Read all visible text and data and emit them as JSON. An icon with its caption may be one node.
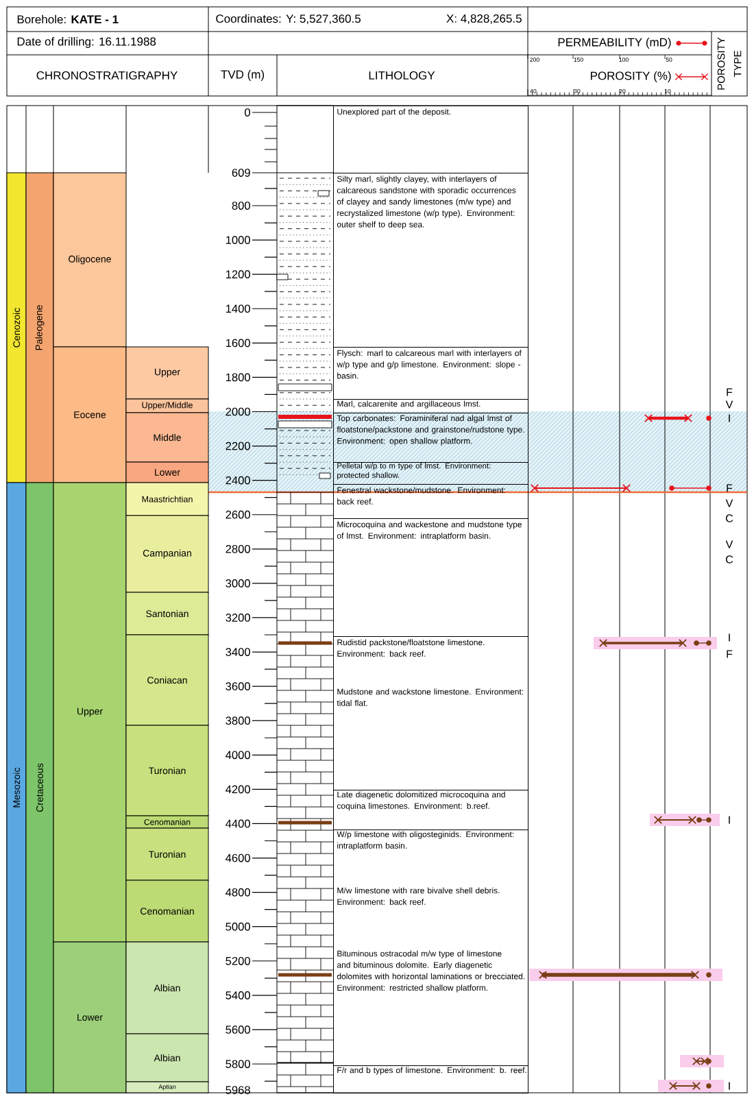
{
  "diagram": {
    "nodes": [
      {
        "text": [
          "Cenozoic"
        ]
      },
      {
        "text": [
          "Paleogene"
        ]
      },
      {
        "text": [
          "Oligocene"
        ]
      },
      {
        "text": [
          "Eocene"
        ]
      },
      {
        "text": [
          "Upper"
        ]
      },
      {
        "text": [
          "Upper/Middle"
        ]
      },
      {
        "text": [
          "Middle"
        ]
      },
      {
        "text": [
          "Lower"
        ]
      },
      {
        "text": [
          "Mesozoic"
        ]
      },
      {
        "text": [
          "Cretaceous"
        ]
      },
      {
        "text": [
          "Upper"
        ]
      },
      {
        "text": [
          "Maastrichtian"
        ]
      },
      {
        "text": [
          "Campanian"
        ]
      },
      {
        "text": [
          "Santonian"
        ]
      },
      {
        "text": [
          "Coniacan"
        ]
      },
      {
        "text": [
          "Turonian"
        ]
      },
      {
        "text": [
          "Cenomanian"
        ]
      },
      {
        "text": [
          "Turonian"
        ]
      },
      {
        "text": [
          "Cenomanian"
        ]
      },
      {
        "text": [
          "Lower"
        ]
      },
      {
        "text": [
          "Albian"
        ]
      },
      {
        "text": [
          "Albian"
        ]
      },
      {
        "text": [
          "Aptian"
        ]
      },
      {
        "text": [
          "Unexplored part of the deposit."
        ]
      },
      {
        "text": [
          "Silty marl, slightly clayey, with interlayers of calcareous sandstone with sporadic occurrences of clayey and sandy limestones (m/w type) and recrystalized limestone (w/p type). Environment: outer shelf to deep sea."
        ]
      },
      {
        "text": [
          "Flysch: marl to calcareous marl with interlayers of w/p type and g/p limestone. Environment:  slope - basin."
        ]
      },
      {
        "text": [
          "Marl, calcarenite and argillaceous lmst."
        ]
      },
      {
        "text": [
          "Top carbonates: Foraminiferal nad algal lmst of floatstone/packstone and grainstone/rudstone type. Environment: open shallow platform."
        ]
      },
      {
        "text": [
          "Pelletal w/p to m type of lmst. Environment: protected shallow."
        ]
      },
      {
        "text": [
          "Fenestral wackstone/mudstone. Environment: back reef."
        ]
      },
      {
        "text": [
          "Microcoquina and wackestone and mudstone type of lmst. Environment: intraplatform basin."
        ]
      },
      {
        "text": [
          "Rudistid packstone/floatstone limestone. Environment: back reef.",
          "Mudstone and wackstone limestone. Environment: tidal flat."
        ]
      },
      {
        "text": [
          "Late diagenetic dolomitized microcoquina and coquina limestones. Environment: b.reef."
        ]
      },
      {
        "text": [
          "W/p limestone with oligosteginids. Environment: intraplatform basin.",
          "M/w limestone with rare bivalve shell debris. Environment: back reef.",
          "Bituminous ostracodal m/w type of limestone and bituminous dolomite. Early diagenetic dolomites with horizontal laminations or brecciated. Environment: restricted shallow platform."
        ]
      },
      {
        "text": [
          "F/r and b types of limestone. Environment: b. reef."
        ]
      }
    ],
    "labels": [
      "Borehole: **KATE - 1**",
      "Coordinates:  Y: 5,527,360.5",
      "X: 4,828,265.5",
      "Date of drilling: 16.11.1988",
      "CHRONOSTRATIGRAPHY",
      "TVD (m)",
      "LITHOLOGY",
      "200",
      "150",
      "100",
      "50",
      "40",
      "30",
      "20",
      "10",
      "POROSITY TYPE",
      "0",
      "609",
      "800",
      "1000",
      "1200",
      "1400",
      "1600",
      "1800",
      "2000",
      "2200",
      "2400",
      "2600",
      "2800",
      "3000",
      "3200",
      "3400",
      "3600",
      "3800",
      "4000",
      "4200",
      "4400",
      "4600",
      "4800",
      "5000",
      "5200",
      "5400",
      "5600",
      "5800",
      "5968",
      "F",
      "V",
      "I",
      "F",
      "V",
      "C",
      "V",
      "C",
      "I",
      "F",
      "I",
      "I"
    ],
    "legend": [
      {
        "text": "PERMEABILITY (mD)"
      },
      {
        "text": "POROSITY (%)"
      }
    ]
  }
}
